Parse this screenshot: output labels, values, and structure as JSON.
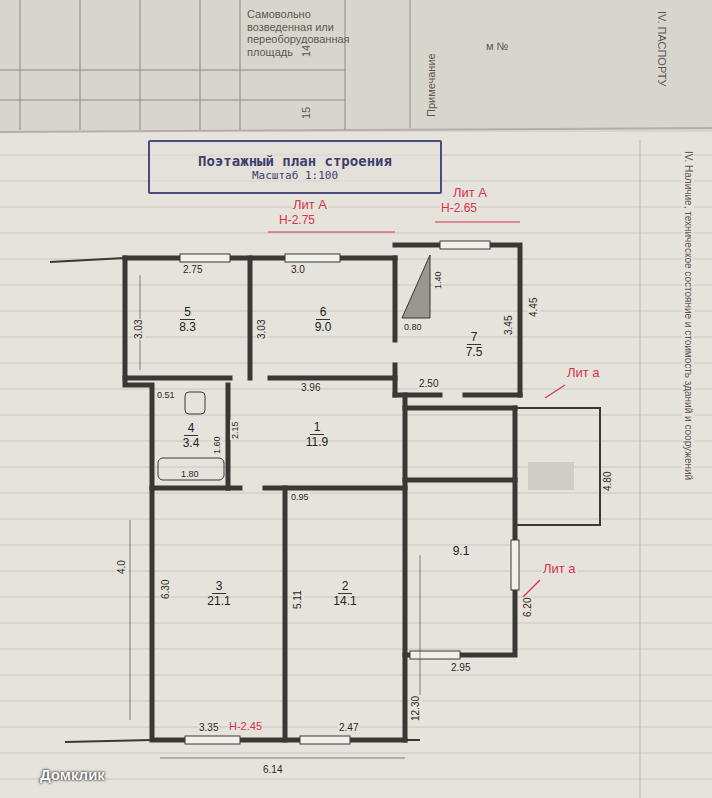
{
  "diagram": {
    "nodes": [
      {
        "text": [
          "Поэтажный план строения",
          "Масштаб 1:100"
        ]
      },
      {
        "text": [
          "5",
          "8.3"
        ]
      },
      {
        "text": [
          "6",
          "9.0"
        ]
      },
      {
        "text": [
          "7",
          "7.5"
        ]
      },
      {
        "text": [
          "4",
          "3.4"
        ]
      },
      {
        "text": [
          "1",
          "11.9"
        ]
      },
      {
        "text": [
          "3",
          "21.1"
        ]
      },
      {
        "text": [
          "2",
          "14.1"
        ]
      },
      {
        "text": [
          "9.1"
        ]
      }
    ],
    "labels": [
      "Самовольно возведенная или переоборудованная площадь",
      "14",
      "15",
      "Примечание",
      "м №",
      "IV. ПАСПОРТУ",
      "Лит А",
      "Н-2.75",
      "Лит А",
      "Н-2.65",
      "Лит а",
      "Лит а",
      "2.75",
      "3.0",
      "4.45",
      "3.03",
      "3.03",
      "1.40",
      "0.80",
      "3.45",
      "2.50",
      "3.96",
      "0.51",
      "2.15",
      "1.60",
      "1.80",
      "0.95",
      "4.80",
      "6.30",
      "5.11",
      "6.20",
      "2.95",
      "3.35",
      "Н-2.45",
      "2.47",
      "6.14",
      "12.30",
      "4.0",
      "Домклик",
      "IV. Наличие, техническое состояние и стоимость зданий и сооружений"
    ]
  }
}
